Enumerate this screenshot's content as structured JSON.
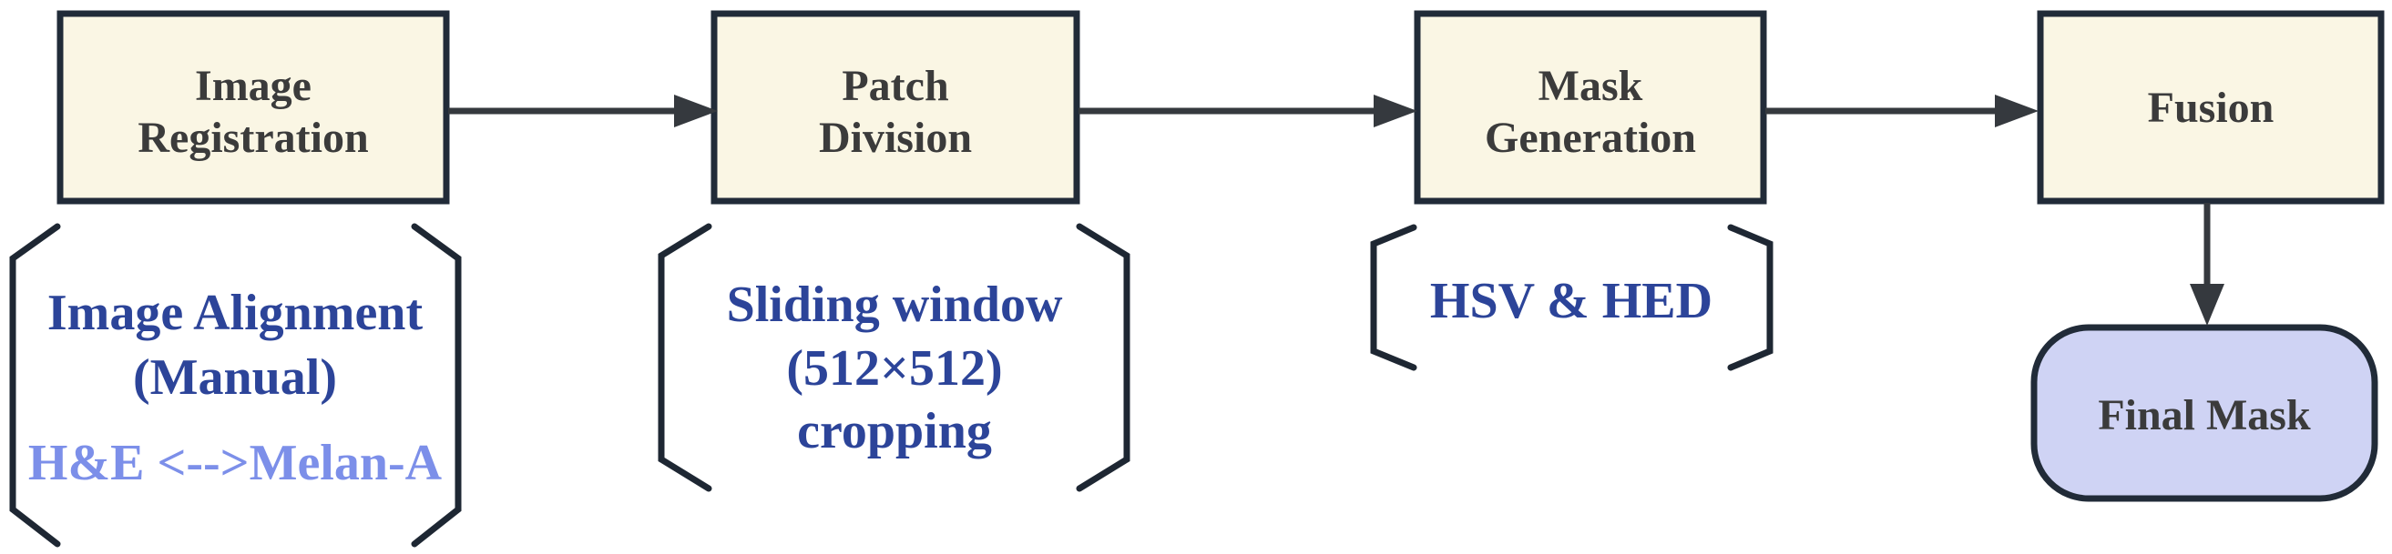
{
  "diagram": {
    "title": "Segmentation pipeline flowchart",
    "colors": {
      "box_fill": "#faf6e4",
      "box_border": "#212b38",
      "box_text": "#3b3b3b",
      "arrow": "#35393e",
      "bracket": "#1e2733",
      "annotation_primary": "#2c4499",
      "annotation_secondary": "#7c8fe9",
      "terminal_fill": "#cfd3f4",
      "background": "#ffffff"
    },
    "nodes": {
      "image_registration": {
        "lines": [
          "Image",
          "Registration"
        ]
      },
      "patch_division": {
        "lines": [
          "Patch",
          "Division"
        ]
      },
      "mask_generation": {
        "lines": [
          "Mask",
          "Generation"
        ]
      },
      "fusion": {
        "lines": [
          "Fusion"
        ]
      },
      "final_mask": {
        "lines": [
          "Final Mask"
        ]
      }
    },
    "annotations": {
      "image_registration": {
        "lines": [
          "Image Alignment",
          "(Manual)"
        ],
        "secondary": "H&E <-->Melan-A"
      },
      "patch_division": {
        "lines": [
          "Sliding window",
          "(512×512)",
          "cropping"
        ]
      },
      "mask_generation": {
        "lines": [
          "HSV & HED"
        ]
      }
    },
    "edges": [
      "image_registration -> patch_division",
      "patch_division -> mask_generation",
      "mask_generation -> fusion",
      "fusion -> final_mask"
    ]
  }
}
